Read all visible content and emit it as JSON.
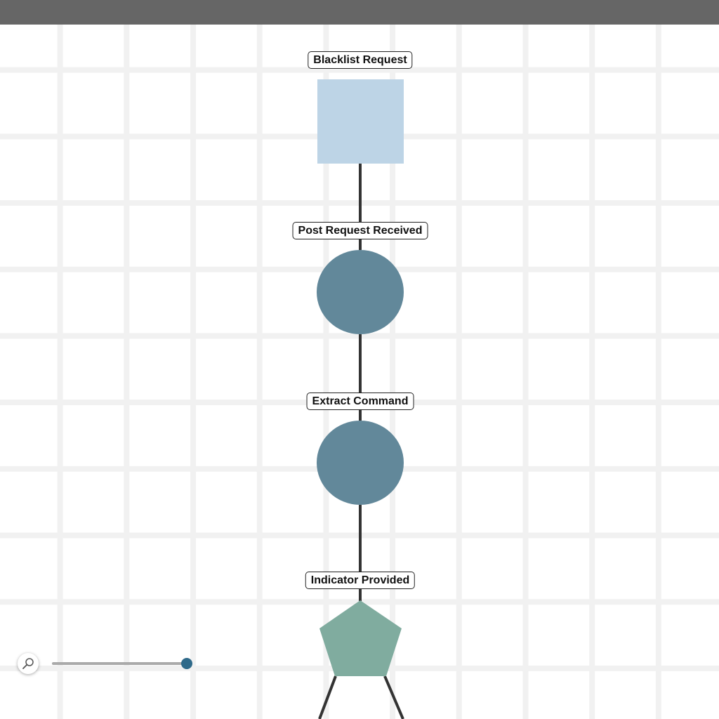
{
  "nodes": [
    {
      "id": "blacklist-request",
      "label": "Blacklist Request",
      "shape": "square",
      "color": "#bdd4e6"
    },
    {
      "id": "post-request-received",
      "label": "Post Request Received",
      "shape": "circle",
      "color": "#62889a"
    },
    {
      "id": "extract-command",
      "label": "Extract Command",
      "shape": "circle",
      "color": "#62889a"
    },
    {
      "id": "indicator-provided",
      "label": "Indicator Provided",
      "shape": "pentagon",
      "color": "#80ac9f"
    }
  ],
  "edge_color": "#333333",
  "topbar_color": "#666666",
  "zoom": {
    "icon": "magnifier-icon",
    "level": 1.0,
    "accent": "#2f6a8a"
  }
}
